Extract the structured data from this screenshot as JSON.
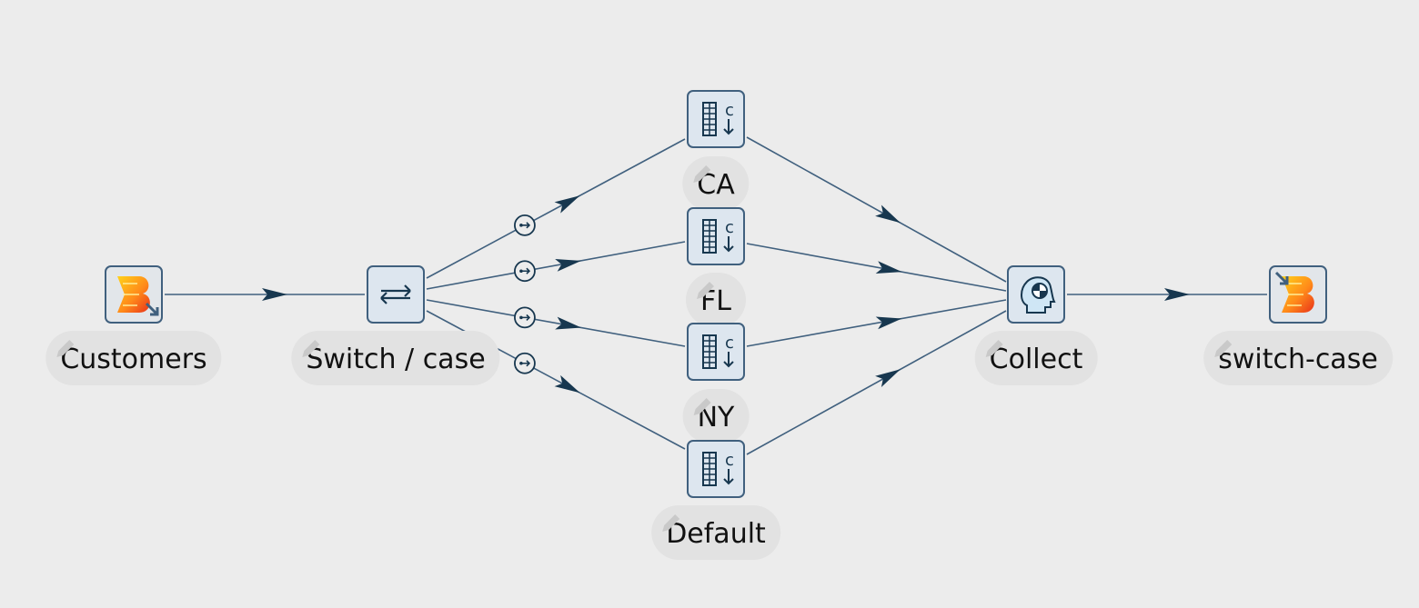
{
  "pipeline": {
    "nodes": [
      {
        "id": "customers",
        "label": "Customers",
        "icon": "file-input-icon"
      },
      {
        "id": "switch",
        "label": "Switch / case",
        "icon": "switch-arrows-icon"
      },
      {
        "id": "ca",
        "label": "CA",
        "icon": "add-constant-icon"
      },
      {
        "id": "fl",
        "label": "FL",
        "icon": "add-constant-icon"
      },
      {
        "id": "ny",
        "label": "NY",
        "icon": "add-constant-icon"
      },
      {
        "id": "default",
        "label": "Default",
        "icon": "add-constant-icon"
      },
      {
        "id": "collect",
        "label": "Collect",
        "icon": "collect-head-icon"
      },
      {
        "id": "output",
        "label": "switch-case",
        "icon": "file-output-icon"
      }
    ],
    "hops": [
      {
        "from": "customers",
        "to": "switch"
      },
      {
        "from": "switch",
        "to": "ca",
        "type": "case"
      },
      {
        "from": "switch",
        "to": "fl",
        "type": "case"
      },
      {
        "from": "switch",
        "to": "ny",
        "type": "case"
      },
      {
        "from": "switch",
        "to": "default",
        "type": "case"
      },
      {
        "from": "ca",
        "to": "collect"
      },
      {
        "from": "fl",
        "to": "collect"
      },
      {
        "from": "ny",
        "to": "collect"
      },
      {
        "from": "default",
        "to": "collect"
      },
      {
        "from": "collect",
        "to": "output"
      }
    ],
    "colors": {
      "hop": "#40607e",
      "arrow": "#17374f",
      "label_bg": "#e2e2e2",
      "canvas": "#ececec"
    }
  }
}
